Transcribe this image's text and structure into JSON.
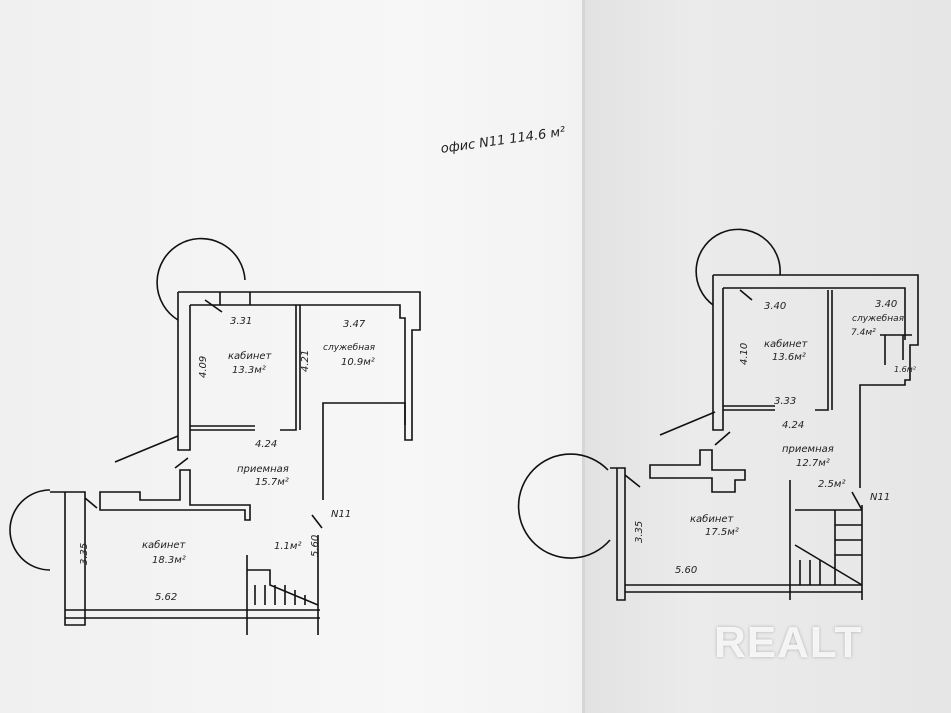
{
  "title": "офис N11  114.6 м²",
  "plan_left": {
    "dims": {
      "top_left": "3.31",
      "top_right": "3.47",
      "cabinet_height": "4.09",
      "partition": "4.21",
      "corridor": "4.24",
      "lower_height": "3.35",
      "lower_width": "5.62",
      "stair_side": "5.60"
    },
    "rooms": [
      {
        "name": "кабинет",
        "area": "13.3м²"
      },
      {
        "name": "служебная",
        "area": "10.9м²"
      },
      {
        "name": "приемная",
        "area": "15.7м²"
      },
      {
        "name": "кабинет",
        "area": "18.3м²"
      }
    ],
    "stair_area": "1.1м²",
    "unit": "N11"
  },
  "plan_right": {
    "dims": {
      "top_left": "3.40",
      "top_right": "3.40",
      "cabinet_height": "4.10",
      "cabinet_bottom": "3.33",
      "corridor": "4.24",
      "lower_height": "3.35",
      "lower_width": "5.60"
    },
    "rooms": [
      {
        "name": "кабинет",
        "area": "13.6м²"
      },
      {
        "name": "служебная",
        "area": "7.4м²"
      },
      {
        "name": "приемная",
        "area": "12.7м²"
      },
      {
        "name": "кабинет",
        "area": "17.5м²"
      }
    ],
    "small_area": "1.6м²",
    "stair_area": "2.5м²",
    "unit": "N11"
  },
  "watermark": "REALT"
}
